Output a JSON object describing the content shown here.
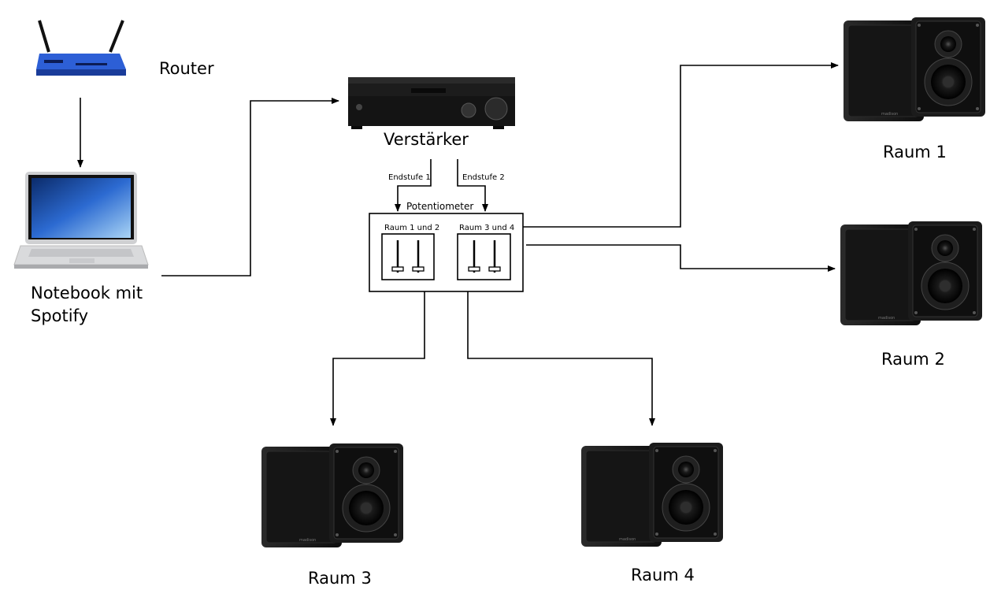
{
  "labels": {
    "router": "Router",
    "notebook": "Notebook mit Spotify",
    "amplifier": "Verstärker",
    "stage1": "Endstufe 1",
    "stage2": "Endstufe 2",
    "potentiometer": "Potentiometer",
    "group12": "Raum 1 und 2",
    "group34": "Raum 3 und 4",
    "room1": "Raum 1",
    "room2": "Raum 2",
    "room3": "Raum 3",
    "room4": "Raum 4"
  },
  "colors": {
    "line": "#000000",
    "router_body": "#2d5fd6",
    "speaker_dark": "#111111",
    "amp_body": "#1c1c1c"
  },
  "icons": {
    "router": "router-icon",
    "notebook": "laptop-icon",
    "amplifier": "amplifier-icon",
    "speakers": "speaker-pair-icon",
    "slider": "slider-icon"
  }
}
